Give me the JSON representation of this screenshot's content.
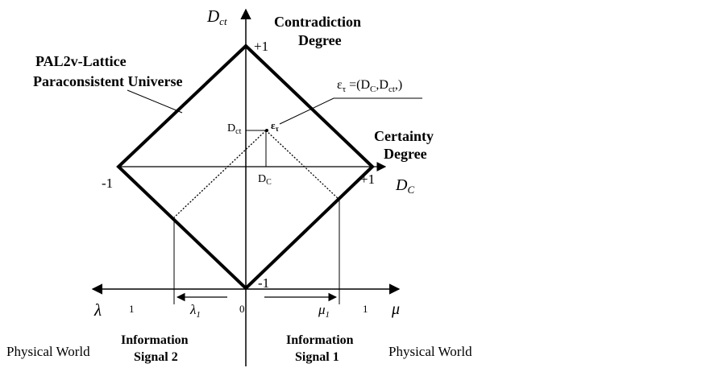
{
  "diagram": {
    "axis_label_dct_main": "D",
    "axis_label_dct_sub": "ct",
    "axis_label_dc_main": "D",
    "axis_label_dc_sub": "C",
    "top_title_line1": "Contradiction",
    "top_title_line2": "Degree",
    "right_title_line1": "Certainty",
    "right_title_line2": "Degree",
    "left_title_line1": "PAL2v-Lattice",
    "left_title_line2": "Paraconsistent Universe",
    "tick_top": "+1",
    "tick_bottom": "-1",
    "tick_left": "-1",
    "tick_right": "+1",
    "point_label_main": "ε",
    "point_label_sub": "τ",
    "point_formula_main": "ε",
    "point_formula_sub": "τ",
    "point_formula_text1": " =(D",
    "point_formula_sub_c": "C",
    "point_formula_text2": ",D",
    "point_formula_sub_ct": "ct",
    "point_formula_text3": ",)",
    "dct_point_main": "D",
    "dct_point_sub": "ct",
    "dc_point_main": "D",
    "dc_point_sub": "C",
    "lambda_symbol": "λ",
    "mu_symbol": "μ",
    "lambda_one": "1",
    "mu_one": "1",
    "origin_zero": "0",
    "lambda1_main": "λ",
    "lambda1_sub": "1",
    "mu1_main": "μ",
    "mu1_sub": "1",
    "physical_world_left": "Physical World",
    "physical_world_right": "Physical World",
    "info2_line1": "Information",
    "info2_line2": "Signal 2",
    "info1_line1": "Information",
    "info1_line2": "Signal 1"
  }
}
